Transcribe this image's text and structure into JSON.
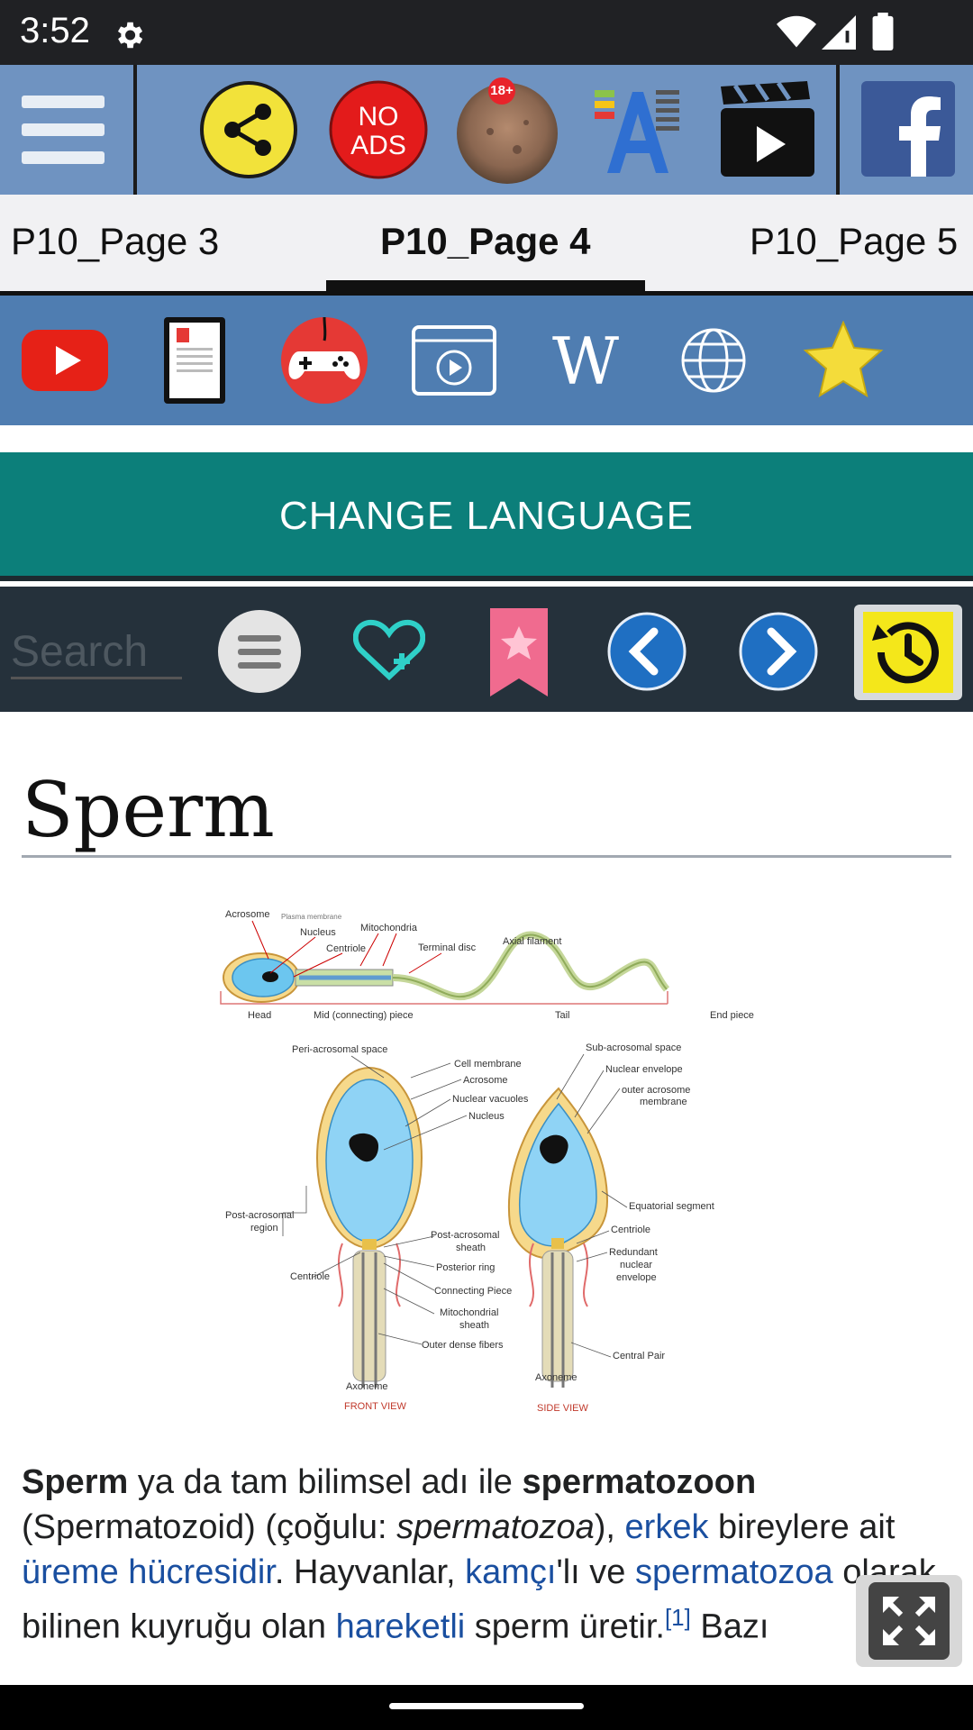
{
  "status_bar": {
    "time": "3:52"
  },
  "toolbar": {
    "menu_icon": "hamburger-icon",
    "share_icon": "share-icon",
    "no_ads_label": "NO ADS",
    "age_badge": "18+",
    "font_icon": "font-size-icon",
    "video_icon": "clapperboard-icon",
    "facebook_icon": "facebook-icon"
  },
  "tabs": [
    {
      "label": "P10_Page 3"
    },
    {
      "label": "P10_Page 4",
      "active": true
    },
    {
      "label": "P10_Page 5"
    }
  ],
  "icon_row": [
    "youtube-icon",
    "ebook-icon",
    "gamepad-icon",
    "video-player-icon",
    "wikipedia-icon",
    "globe-icon",
    "star-icon"
  ],
  "language_button": "CHANGE LANGUAGE",
  "search": {
    "placeholder": "Search"
  },
  "article": {
    "title": "Sperm",
    "diagram_labels": {
      "acrosome": "Acrosome",
      "plasma_membrane": "Plasma membrane",
      "nucleus": "Nucleus",
      "centriole": "Centriole",
      "mitochondria": "Mitochondria",
      "terminal_disc": "Terminal disc",
      "axial_filament": "Axial filament",
      "head": "Head",
      "mid_piece": "Mid (connecting) piece",
      "tail": "Tail",
      "end_piece": "End piece",
      "peri_acrosomal": "Peri-acrosomal space",
      "cell_membrane": "Cell membrane",
      "acrosome2": "Acrosome",
      "nuclear_vacuoles": "Nuclear vacuoles",
      "nucleus2": "Nucleus",
      "sub_acrosomal": "Sub-acrosomal space",
      "nuclear_envelope": "Nuclear envelope",
      "outer_acrosome_1": "outer acrosome",
      "outer_acrosome_2": "membrane",
      "post_acrosomal_1": "Post-acrosomal",
      "post_acrosomal_2": "region",
      "equatorial": "Equatorial segment",
      "post_sheath_1": "Post-acrosomal",
      "post_sheath_2": "sheath",
      "posterior_ring": "Posterior ring",
      "centriole_left": "Centriole",
      "centriole_right": "Centriole",
      "redundant_1": "Redundant",
      "redundant_2": "nuclear",
      "redundant_3": "envelope",
      "connecting_piece": "Connecting Piece",
      "mito_sheath_1": "Mitochondrial",
      "mito_sheath_2": "sheath",
      "outer_dense": "Outer dense fibers",
      "central_pair": "Central Pair",
      "axoneme_left": "Axoneme",
      "axoneme_right": "Axoneme",
      "front_view": "FRONT VIEW",
      "side_view": "SIDE VIEW"
    },
    "para": {
      "t1": "Sperm",
      "t2": " ya da tam bilimsel adı ile ",
      "t3": "spermatozoon",
      "t4": " (Spermatozoid) (çoğulu: ",
      "t5": "spermatozoa",
      "t6": "), ",
      "l1": "erkek",
      "t7": " bireylere ait ",
      "l2": "üreme hücresidir",
      "t8": ". Hayvanlar, ",
      "l3": "kamçı",
      "t9": "'lı ve ",
      "l4": "spermatozoa",
      "t10": " olarak bilinen kuyruğu olan ",
      "l5": "hareketli",
      "t11": " sperm üretir.",
      "ref": "[1]",
      "t12": " Bazı"
    }
  }
}
